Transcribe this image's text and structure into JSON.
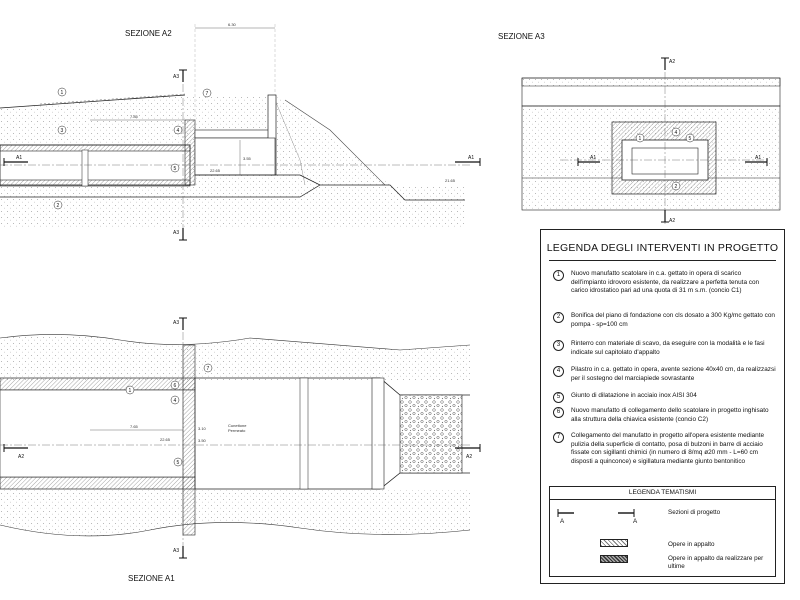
{
  "sections": {
    "a2_title": "SEZIONE A2",
    "a3_title": "SEZIONE A3",
    "a1_title": "SEZIONE A1",
    "marks": {
      "a1": "A1",
      "a2": "A2",
      "a3": "A3"
    },
    "small_labels": {
      "dim_top": "6.30",
      "dim_a": "7.85",
      "dim_b": "3.55",
      "dim_c": "22.65",
      "dim_d": "21.65",
      "dim_e": "7.65",
      "dim_f": "22.65",
      "dim_g": "3.10",
      "dim_h": "3.50",
      "cunettone": "Cunettone",
      "permeato": "Permeato"
    }
  },
  "legend": {
    "title": "LEGENDA DEGLI INTERVENTI IN PROGETTO",
    "items": [
      {
        "n": "1",
        "text": "Nuovo manufatto scatolare in c.a. gettato in opera di scarico dell'impianto idrovoro esistente, da realizzare a perfetta tenuta con carico idrostatico pari ad una quota di 31 m s.m. (concio C1)"
      },
      {
        "n": "2",
        "text": "Bonifica del piano di fondazione con cls dosato a 300 Kg/mc gettato con pompa - sp=100 cm"
      },
      {
        "n": "3",
        "text": "Rinterro con materiale di scavo, da eseguire con la modalità e le fasi indicate sul capitolato d'appalto"
      },
      {
        "n": "4",
        "text": "Pilastro in c.a. gettato in opera, avente sezione 40x40 cm, da realizzazsi per il sostegno del marciapiede sovrastante"
      },
      {
        "n": "5",
        "text": "Giunto di dilatazione in acciaio inox AISI 304"
      },
      {
        "n": "6",
        "text": "Nuovo manufatto di collegamento dello scatolare in progetto inghisato alla struttura della chiavica esistente (concio C2)"
      },
      {
        "n": "7",
        "text": "Collegamento del manufatto in progetto all'opera esistente mediante pulizia della superficie di contatto, posa di bulzoni in barre di acciaio fissate con sigillanti chimici (in numero di 8/mq ø20 mm - L=60 cm disposti a quinconce) e sigillatura mediante giunto bentonitico"
      }
    ],
    "tematismi_title": "LEGENDA TEMATISMI",
    "sezioni_label": "Sezioni di progetto",
    "marker_a": "A",
    "opere_label": "Opere in appalto",
    "opere_ultime_label": "Opere in appalto da realizzare per ultime"
  }
}
